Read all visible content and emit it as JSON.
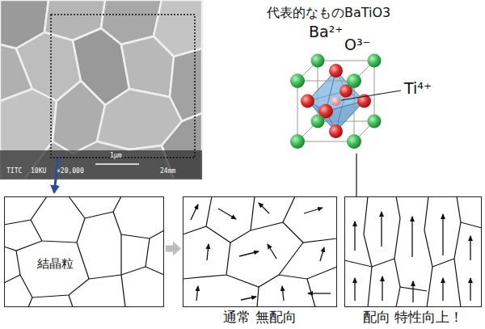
{
  "diagram": {
    "title": "代表的なものBaTiO3",
    "nodes": [
      {
        "text": [
          "結晶粒"
        ]
      },
      {
        "text": [
          "通常 無配向"
        ]
      },
      {
        "text": [
          "配向 特性向上！"
        ]
      }
    ],
    "edges": [
      {
        "from": 0,
        "to": 1,
        "arrow": "to"
      }
    ],
    "labels": [
      "Ba²⁺",
      "O³⁻",
      "Ti⁴⁺",
      "TITC",
      "10KU",
      "×20,000",
      "1μm",
      "24mm"
    ]
  }
}
